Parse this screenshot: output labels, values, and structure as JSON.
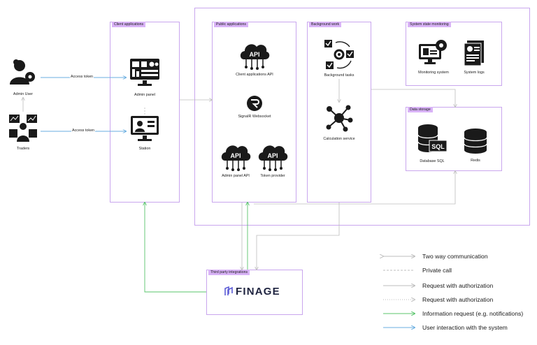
{
  "groups": {
    "client": "Client applications",
    "public": "Public applications",
    "background": "Background work",
    "monitoring": "System state monitoring",
    "storage": "Data storage",
    "third_party": "Third party integrations"
  },
  "actors": {
    "admin_user": "Admin User",
    "traders": "Traders"
  },
  "edges": {
    "access_token_1": "Access token",
    "access_token_2": "Access token"
  },
  "nodes": {
    "admin_panel": "Admin panel",
    "station": "Station",
    "client_api": "Client applications API",
    "signalr": "SignalR Websocket",
    "admin_panel_api": "Admin panel API",
    "token_provider": "Token provider",
    "background_tasks": "Background tasks",
    "calc_service": "Calculation service",
    "monitoring_system": "Monitoring system",
    "system_logs": "System logs",
    "database_sql": "Database SQL",
    "redis": "Redis",
    "finage": "FINAGE"
  },
  "icon_text": {
    "api": "API",
    "sql": "SQL"
  },
  "legend": [
    {
      "label": "Two way communication",
      "style": "two-way",
      "color": "#bdbdbd"
    },
    {
      "label": "Private call",
      "style": "dashed",
      "color": "#bdbdbd"
    },
    {
      "label": "Request with authorization",
      "style": "solid",
      "color": "#bdbdbd"
    },
    {
      "label": "Request with authorization",
      "style": "dotted",
      "color": "#bdbdbd"
    },
    {
      "label": "Information request (e.g. notifications)",
      "style": "solid",
      "color": "#58c46b"
    },
    {
      "label": "User interaction with the system",
      "style": "solid",
      "color": "#6aaee0"
    }
  ],
  "colors": {
    "panel_border": "#c9a6ee",
    "tag_fill": "#d9b3f7",
    "gray_line": "#bdbdbd",
    "green_line": "#58c46b",
    "blue_line": "#6aaee0"
  }
}
